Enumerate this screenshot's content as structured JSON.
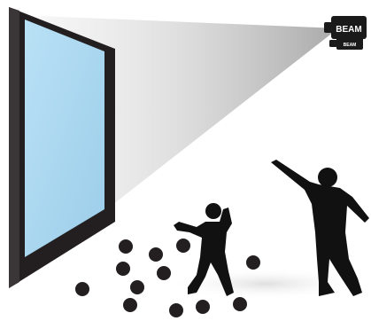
{
  "projector": {
    "label": "BEAM",
    "sub_label": "BEAM"
  },
  "icons": {
    "projector": "projector-icon",
    "screen": "projection-screen",
    "figures": [
      "adult-silhouette",
      "child-silhouette"
    ],
    "balls": "ball-icon"
  },
  "colors": {
    "screen_frame": "#231f20",
    "screen_surface": "#a9d6f0",
    "beam": "#c8c8c8",
    "silhouette": "#111111",
    "projector_body": "#1a1a1a"
  }
}
